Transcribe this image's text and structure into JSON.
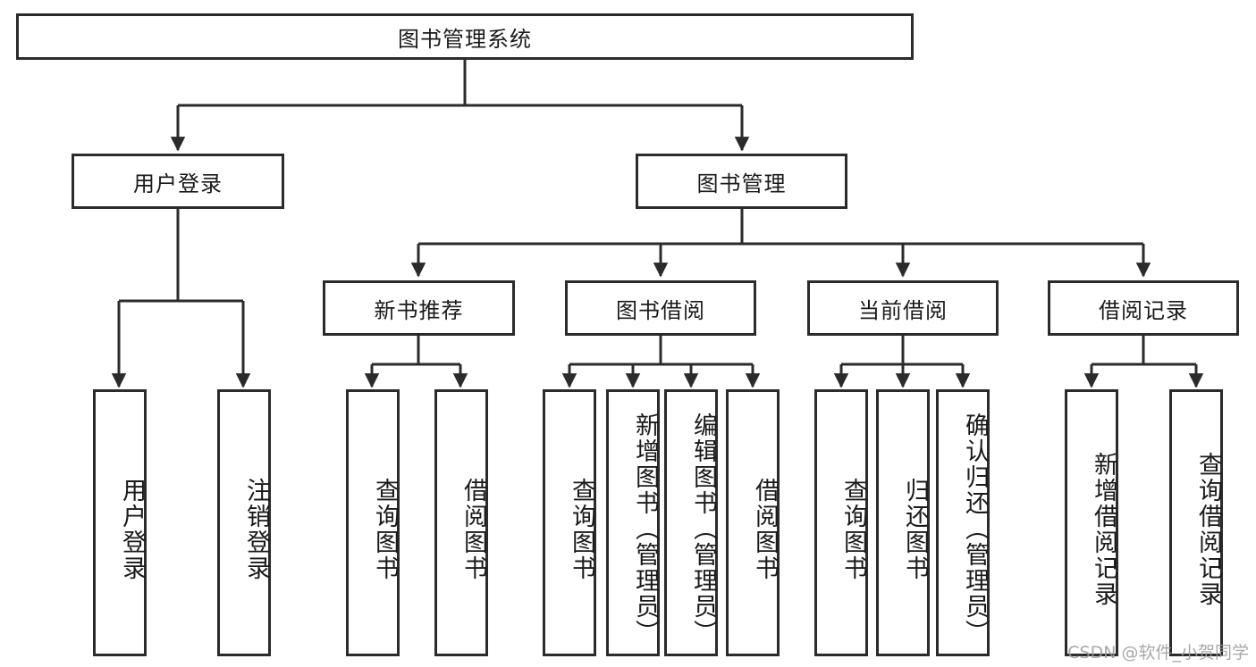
{
  "diagram": {
    "type": "tree-hierarchy-flowchart",
    "title": "图书管理系统",
    "stroke_color": "#2b2b2b",
    "fill_color": "#ffffff",
    "text_color": "#1a1a1a",
    "levels": {
      "root": {
        "label": "图书管理系统"
      },
      "level1": [
        {
          "label": "用户登录"
        },
        {
          "label": "图书管理"
        }
      ],
      "level2": [
        {
          "label": "新书推荐"
        },
        {
          "label": "图书借阅"
        },
        {
          "label": "当前借阅"
        },
        {
          "label": "借阅记录"
        }
      ],
      "leaves": {
        "user_login": [
          {
            "label": "用户登录"
          },
          {
            "label": "注销登录"
          }
        ],
        "new_book_recommend": [
          {
            "label": "查询图书"
          },
          {
            "label": "借阅图书"
          }
        ],
        "book_borrow": [
          {
            "label": "查询图书"
          },
          {
            "label": "新增图书（管理员）"
          },
          {
            "label": "编辑图书（管理员）"
          },
          {
            "label": "借阅图书"
          }
        ],
        "current_borrow": [
          {
            "label": "查询图书"
          },
          {
            "label": "归还图书"
          },
          {
            "label": "确认归还（管理员）"
          }
        ],
        "borrow_records": [
          {
            "label": "新增借阅记录"
          },
          {
            "label": "查询借阅记录"
          }
        ]
      }
    }
  },
  "watermark": {
    "text": "CSDN @软件_小贺同学"
  }
}
